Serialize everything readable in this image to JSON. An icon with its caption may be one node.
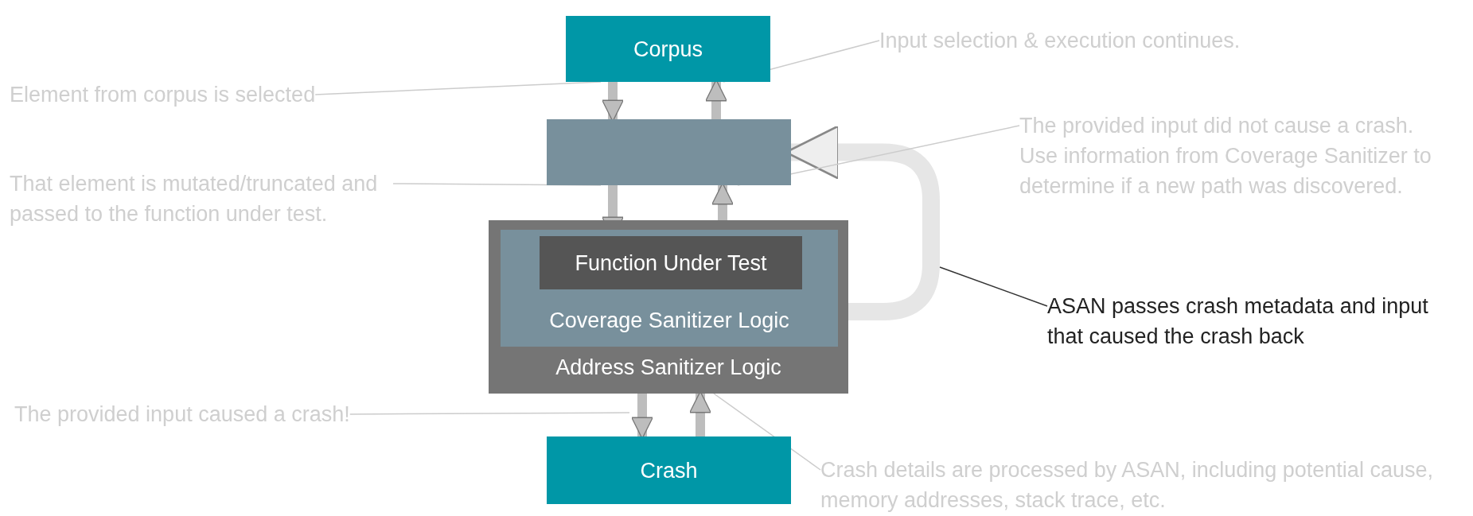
{
  "diagram": {
    "nodes": [
      {
        "text": [
          "Corpus"
        ]
      },
      {
        "text": [],
        "shape": "box"
      },
      {
        "text": [
          "Address Sanitizer Logic"
        ]
      },
      {
        "text": [
          "Coverage Sanitizer Logic"
        ],
        "in": 2
      },
      {
        "text": [
          "Function Under Test"
        ],
        "in": 3
      },
      {
        "text": [
          "Crash"
        ]
      },
      {
        "text": [
          "Input selection & execution continues."
        ]
      },
      {
        "text": [
          "Element from corpus is selected"
        ]
      },
      {
        "text": [
          "The provided input did not cause a crash. Use information from Coverage Sanitizer to determine if a new path was discovered."
        ]
      },
      {
        "text": [
          "That element is mutated/truncated and passed to the function under test."
        ]
      },
      {
        "text": [
          "ASAN passes crash metadata and input that caused the crash back"
        ]
      },
      {
        "text": [
          "The provided input caused a crash!"
        ]
      },
      {
        "text": [
          "Crash details are processed by ASAN, including potential cause, memory addresses, stack trace, etc."
        ]
      }
    ],
    "edges": [
      {
        "from": 0,
        "to": 1,
        "arrow": "to",
        "style": "thick"
      },
      {
        "from": 1,
        "to": 0,
        "arrow": "to",
        "style": "thick"
      },
      {
        "from": 1,
        "to": 4,
        "arrow": "to",
        "style": "thick"
      },
      {
        "from": 2,
        "to": 1,
        "arrow": "to",
        "style": "thick"
      },
      {
        "from": 2,
        "to": 5,
        "arrow": "to",
        "style": "thick"
      },
      {
        "from": 5,
        "to": 2,
        "arrow": "to",
        "style": "thick"
      },
      {
        "from": 3,
        "to": 1,
        "arrow": "to",
        "style": "thick"
      },
      {
        "from": 6,
        "to": 0,
        "arrow": "none",
        "color": "#cccccc"
      },
      {
        "from": 7,
        "to": 0,
        "arrow": "none",
        "color": "#cccccc"
      },
      {
        "from": 8,
        "to": 1,
        "arrow": "none",
        "color": "#cccccc"
      },
      {
        "from": 9,
        "to": 1,
        "arrow": "none",
        "color": "#cccccc"
      },
      {
        "from": 10,
        "to": null,
        "arrow": "none",
        "color": "#333333"
      },
      {
        "from": 11,
        "to": null,
        "arrow": "none",
        "color": "#cccccc"
      },
      {
        "from": 12,
        "to": 2,
        "arrow": "none",
        "color": "#cccccc"
      }
    ]
  }
}
